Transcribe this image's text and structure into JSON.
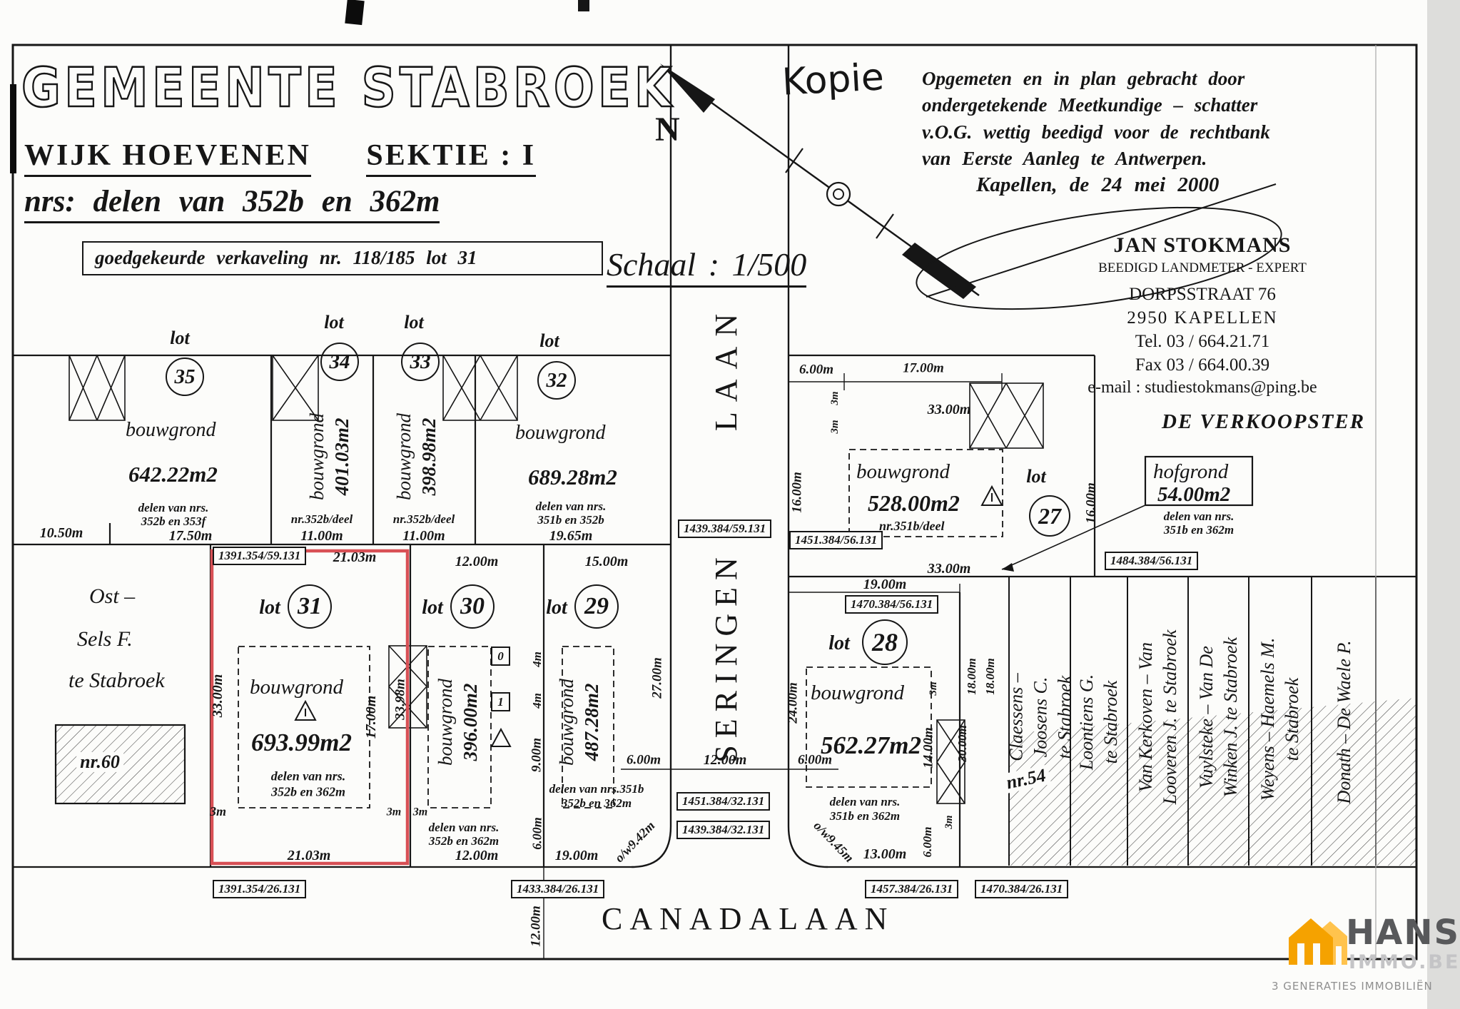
{
  "colors": {
    "red_outline": "#d85055",
    "ink": "#161616",
    "logo_orange": "#F5A200",
    "logo_yellow": "#FFC34D",
    "logo_gray": "#58595B",
    "logo_light": "#C4C4C6"
  },
  "title_block": {
    "municipality": "GEMEENTE STABROEK",
    "district": "WIJK HOEVENEN",
    "section": "SEKTIE : I",
    "parcel_numbers": "nrs: delen van 352b en 362m",
    "approval": "goedgekeurde verkaveling nr. 118/185 lot 31",
    "scale": "Schaal : 1/500",
    "copy_mark": "Kopie",
    "north_mark": "N"
  },
  "surveyor_block": {
    "statement_lines": [
      "Opgemeten en in plan gebracht door",
      "ondergetekende Meetkundige – schatter",
      "v.O.G. wettig beedigd voor de rechtbank",
      "van Eerste Aanleg te Antwerpen."
    ],
    "dateline": "Kapellen, de  24 mei 2000",
    "name": "JAN STOKMANS",
    "role": "BEEDIGD LANDMETER - EXPERT",
    "street": "DORPSSTRAAT 76",
    "city": "2950  KAPELLEN",
    "tel": "Tel. 03 / 664.21.71",
    "fax": "Fax 03 / 664.00.39",
    "email": "e-mail : studiestokmans@ping.be",
    "seller": "DE VERKOOPSTER"
  },
  "streets": {
    "laan": "LAAN",
    "seringen": "SERINGEN",
    "canadalaan": "CANADALAAN"
  },
  "owners": {
    "west": {
      "line1": "Ost –",
      "line2": "Sels F.",
      "line3": "te Stabroek"
    },
    "nr60": "nr.60",
    "nr54": "nr.54",
    "east": [
      {
        "l1": "Claessens –",
        "l2": "Joosens C.",
        "l3": "te Stabroek"
      },
      {
        "l1": "Loontiens G.",
        "l2": "te Stabroek",
        "l3": ""
      },
      {
        "l1": "Van Kerkoven – Van",
        "l2": "Looveren J. te Stabroek",
        "l3": ""
      },
      {
        "l1": "Vuylsteke – Van De",
        "l2": "Winken J. te Stabroek",
        "l3": ""
      },
      {
        "l1": "Weyens – Haemels M.",
        "l2": "te Stabroek",
        "l3": ""
      },
      {
        "l1": "Donath – De Waele P.",
        "l2": "",
        "l3": ""
      }
    ]
  },
  "lots": {
    "l35": {
      "word": "lot",
      "num": "35",
      "use": "bouwgrond",
      "area": "642.22m2",
      "p1": "delen van nrs.",
      "p2": "352b en 353f"
    },
    "l34": {
      "word": "lot",
      "num": "34",
      "use": "bouwgrond",
      "area": "401.03m2",
      "p1": "nr.352b/deel"
    },
    "l33": {
      "word": "lot",
      "num": "33",
      "use": "bouwgrond",
      "area": "398.98m2",
      "p1": "nr.352b/deel"
    },
    "l32": {
      "word": "lot",
      "num": "32",
      "use": "bouwgrond",
      "area": "689.28m2",
      "p1": "delen van nrs.",
      "p2": "351b en 352b"
    },
    "l31": {
      "word": "lot",
      "num": "31",
      "use": "bouwgrond",
      "area": "693.99m2",
      "p1": "delen van nrs.",
      "p2": "352b en 362m"
    },
    "l30": {
      "word": "lot",
      "num": "30",
      "use": "bouwgrond",
      "area": "396.00m2",
      "p1": "delen van nrs.",
      "p2": "352b en 362m",
      "m0": "0",
      "m1": "1"
    },
    "l29": {
      "word": "lot",
      "num": "29",
      "use": "bouwgrond",
      "area": "487.28m2",
      "p1": "delen van  nrs.351b",
      "p2": "352b en  362m"
    },
    "l28": {
      "word": "lot",
      "num": "28",
      "use": "bouwgrond",
      "area": "562.27m2",
      "p1": "delen  van  nrs.",
      "p2": "351b  en  362m"
    },
    "l27": {
      "word": "lot",
      "num": "27",
      "use": "bouwgrond",
      "area": "528.00m2",
      "p1": "nr.351b/deel"
    },
    "hof": {
      "use": "hofgrond",
      "area": "54.00m2",
      "p1": "delen van nrs.",
      "p2": "351b en 362m"
    }
  },
  "refs": {
    "lot31_top": "1391.354/59.131",
    "street_upper": "1439.384/59.131",
    "lot27_street": "1451.384/56.131",
    "right_upper": "1484.384/56.131",
    "lot28_top": "1470.384/56.131",
    "bottom_l31": "1391.354/26.131",
    "bottom_l30": "1433.384/26.131",
    "street_mid_a": "1451.384/32.131",
    "street_mid_b": "1439.384/32.131",
    "bottom_l28": "1457.384/26.131",
    "bottom_right": "1470.384/26.131"
  },
  "dims": {
    "w_1050": "10.50m",
    "w_1750": "17.50m",
    "w34": "11.00m",
    "w33": "11.00m",
    "w32": "19.65m",
    "l31_top": "21.03m",
    "l31_bottom": "21.03m",
    "l31_left": "33.00m",
    "l31_right": "17.00m",
    "strip_3130": "33.98m",
    "l31_3m": "3m",
    "l30_top": "12.00m",
    "l30_bottom": "12.00m",
    "l30_4a": "4m",
    "l30_4b": "4m",
    "l30_9": "9.00m",
    "l30_3a": "3m",
    "l30_3b": "3m",
    "l29_top": "15.00m",
    "l29_bottom": "19.00m",
    "l29_street": "27.00m",
    "l29_6": "6.00m",
    "st_6l": "6.00m",
    "st_12": "12.00m",
    "st_6r": "6.00m",
    "curve_l": "o/w9.42m",
    "curve_r": "o/w9.45m",
    "can_12": "12.00m",
    "l27_6": "6.00m",
    "l27_17": "17.00m",
    "l27_33": "33.00m",
    "l27_3a": "3m",
    "l27_3b": "3m",
    "l27_16l": "16.00m",
    "l27_16r": "16.00m",
    "l27_33b": "33.00m",
    "l28_top": "19.00m",
    "l28_left": "24.00m",
    "l28_14": "14.00m",
    "l28_18a": "18.00m",
    "l28_18b": "18.00m",
    "l28_30": "30.00m",
    "l28_3a": "3m",
    "l28_3b": "3m",
    "l28_bottom": "13.00m",
    "l28_6": "6.00m"
  },
  "logo": {
    "name": "HANS",
    "domain": "IMMO.BE",
    "tagline": "3 GENERATIES IMMOBILIËN"
  }
}
